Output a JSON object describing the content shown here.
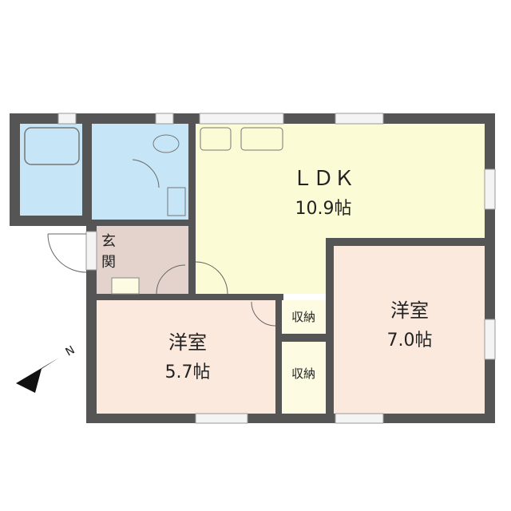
{
  "colors": {
    "wall": "#555555",
    "wet": "#c6e6f7",
    "ldk": "#fbfbd6",
    "entrance": "#e4d2cd",
    "bedroom": "#fbe9de",
    "closet": "#fdfbe2",
    "window": "#f4f4f4"
  },
  "rooms": {
    "ldk": {
      "name": "ＬＤＫ",
      "size": "10.9帖"
    },
    "bedroom_a": {
      "name": "洋室",
      "size": "5.7帖"
    },
    "bedroom_b": {
      "name": "洋室",
      "size": "7.0帖"
    },
    "entrance": {
      "name": "玄関"
    },
    "closet_a": {
      "name": "収納"
    },
    "closet_b": {
      "name": "収納"
    }
  },
  "compass": {
    "label": "N"
  }
}
